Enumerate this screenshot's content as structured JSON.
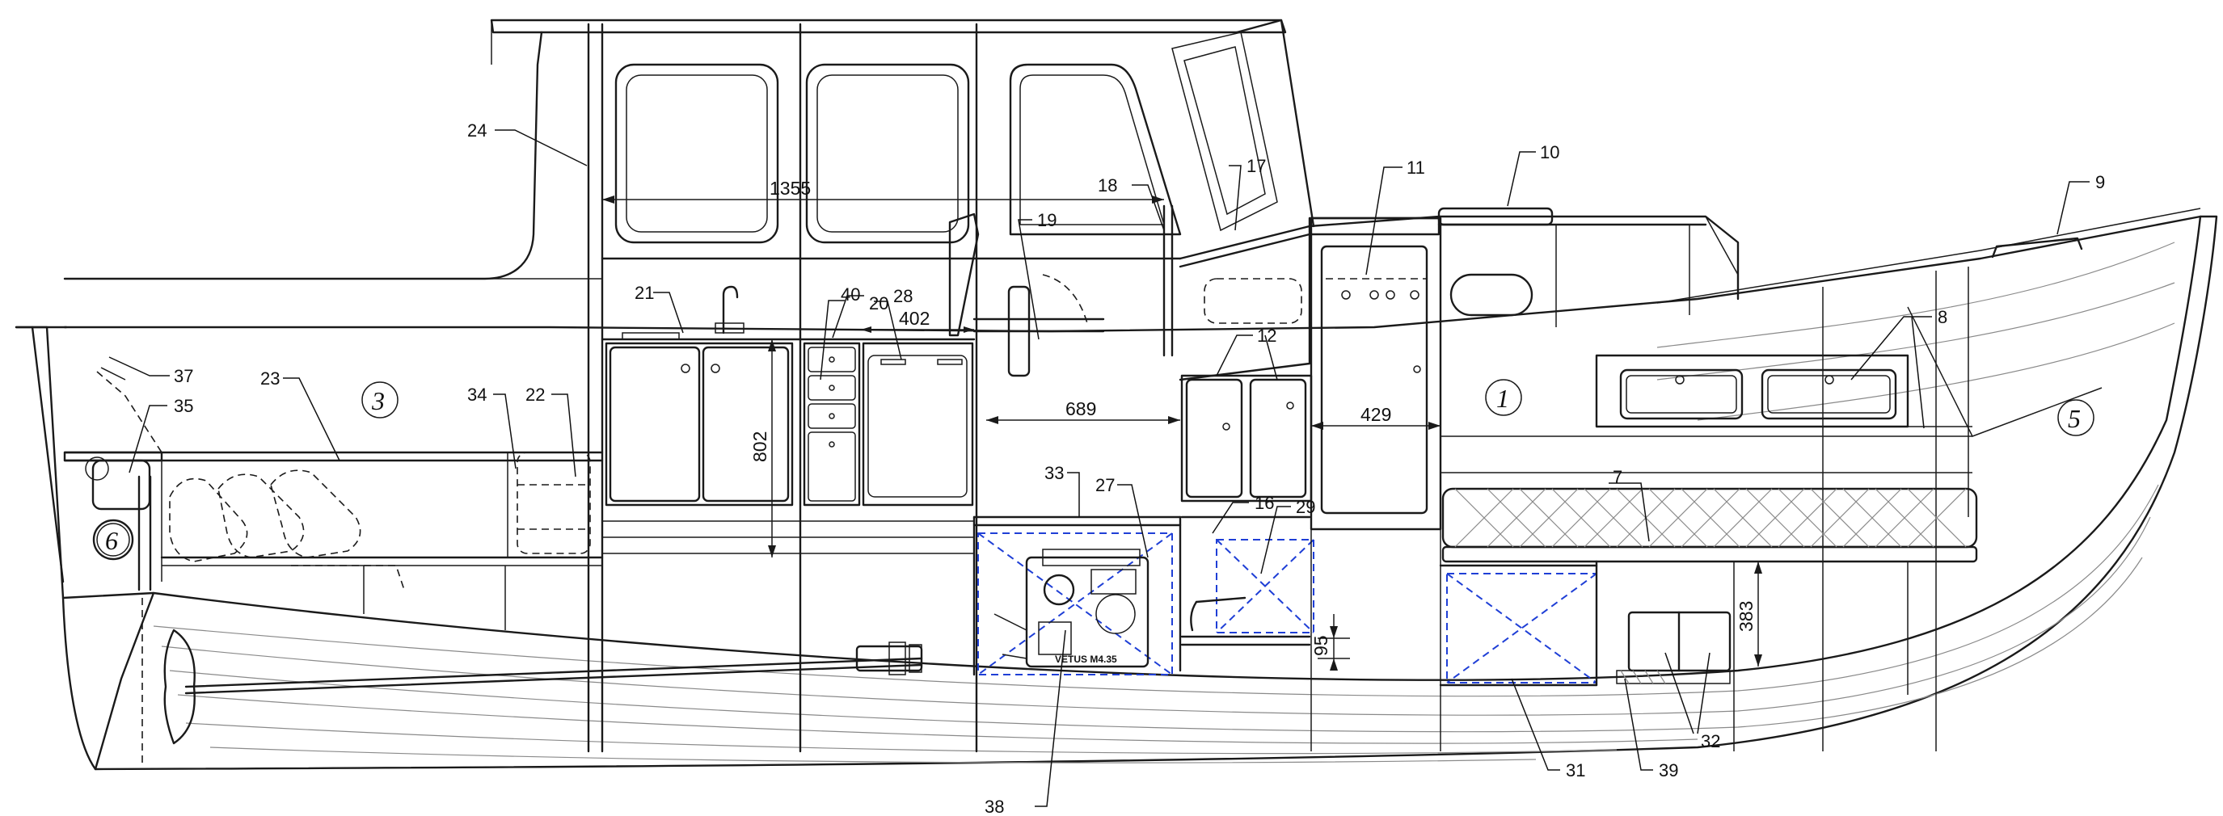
{
  "callouts": {
    "c7": "7",
    "c8": "8",
    "c9": "9",
    "c10": "10",
    "c11": "11",
    "c12": "12",
    "c16": "16",
    "c17": "17",
    "c18": "18",
    "c19": "19",
    "c20": "20",
    "c21": "21",
    "c22": "22",
    "c23": "23",
    "c24": "24",
    "c27": "27",
    "c28": "28",
    "c29": "29",
    "c31": "31",
    "c32": "32",
    "c33": "33",
    "c34": "34",
    "c35": "35",
    "c37": "37",
    "c38": "38",
    "c39": "39",
    "c40": "40"
  },
  "dimensions": {
    "d1355": "1355",
    "d402": "402",
    "d689": "689",
    "d429": "429",
    "d802": "802",
    "d383": "383",
    "d95": "95"
  },
  "zones": {
    "z1": "1",
    "z3": "3",
    "z5": "5",
    "z6": "6"
  },
  "engine_plate": "VETUS M4.35"
}
